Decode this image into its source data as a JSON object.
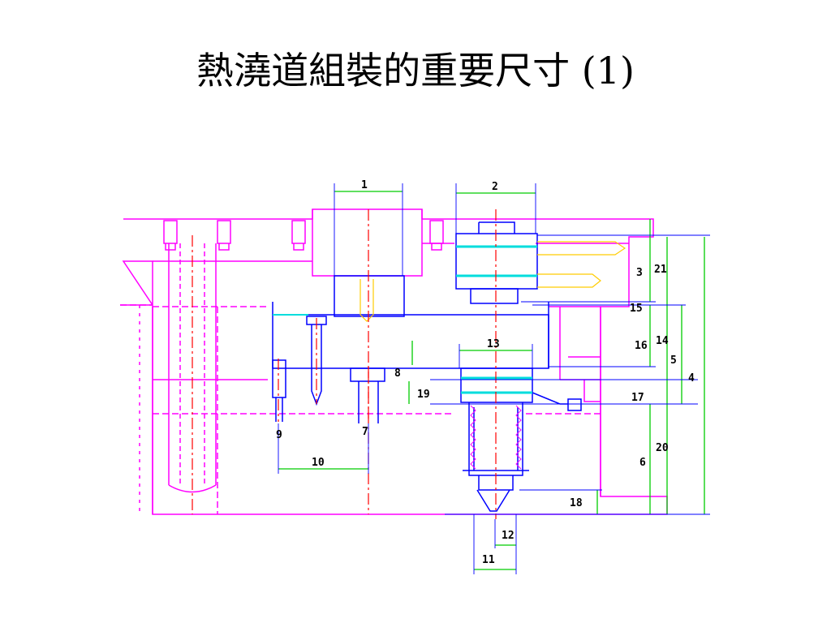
{
  "title": "熱澆道組裝的重要尺寸 (1)",
  "colors": {
    "mold_plate": "#ff00ff",
    "component": "#0000ff",
    "centerline": "#ff0000",
    "dimension": "#00cc00",
    "cooling": "#00dddd",
    "bolt": "#ffcc00",
    "text": "#000000"
  },
  "dimension_labels": {
    "d1": "1",
    "d2": "2",
    "d3": "3",
    "d4": "4",
    "d5": "5",
    "d6": "6",
    "d7": "7",
    "d8": "8",
    "d9": "9",
    "d10": "10",
    "d11": "11",
    "d12": "12",
    "d13": "13",
    "d14": "14",
    "d15": "15",
    "d16": "16",
    "d17": "17",
    "d18": "18",
    "d19": "19",
    "d20": "20",
    "d21": "21"
  }
}
